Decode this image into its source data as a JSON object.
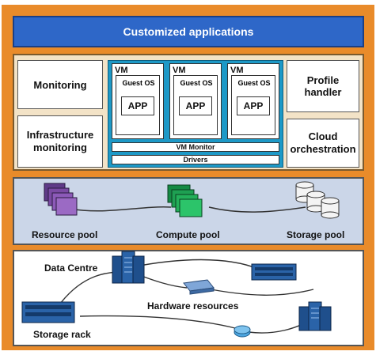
{
  "top_band": {
    "title": "Customized applications"
  },
  "middle": {
    "left_boxes": [
      "Monitoring",
      "Infrastructure monitoring"
    ],
    "right_boxes": [
      "Profile handler",
      "Cloud orchestration"
    ],
    "vms": [
      {
        "vm_label": "VM",
        "os_label": "Guest OS",
        "app_label": "APP"
      },
      {
        "vm_label": "VM",
        "os_label": "Guest OS",
        "app_label": "APP"
      },
      {
        "vm_label": "VM",
        "os_label": "Guest OS",
        "app_label": "APP"
      }
    ],
    "vm_monitor": "VM Monitor",
    "drivers": "Drivers"
  },
  "pools": {
    "items": [
      "Resource pool",
      "Compute pool",
      "Storage pool"
    ]
  },
  "hardware": {
    "center_label": "Hardware resources",
    "data_centre": "Data Centre",
    "storage_rack": "Storage rack"
  },
  "colors": {
    "frame_orange": "#e98b2a",
    "band_blue": "#2e67c8",
    "vm_blue": "#1d99c7",
    "pool_bg": "#cbd6e8",
    "resource_purple": "#7a4aa3",
    "compute_green": "#23b05a",
    "server_blue": "#2a63a8"
  }
}
